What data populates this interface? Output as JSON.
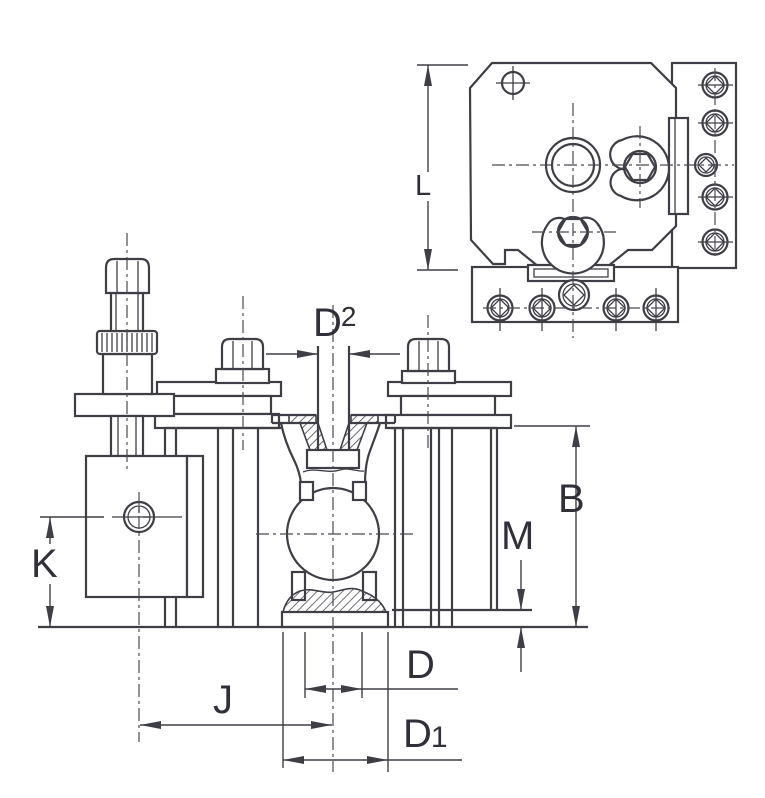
{
  "drawing": {
    "background": "#ffffff",
    "line_color": "#3e3e46",
    "centerline_color": "#4a4a52",
    "label_color": "#30303a"
  },
  "labels": {
    "d2": {
      "main": "D",
      "sup": "2"
    },
    "b": "B",
    "m": "M",
    "k": "K",
    "j": "J",
    "d": "D",
    "d1": {
      "main": "D",
      "sub": "1"
    },
    "l": "L"
  }
}
